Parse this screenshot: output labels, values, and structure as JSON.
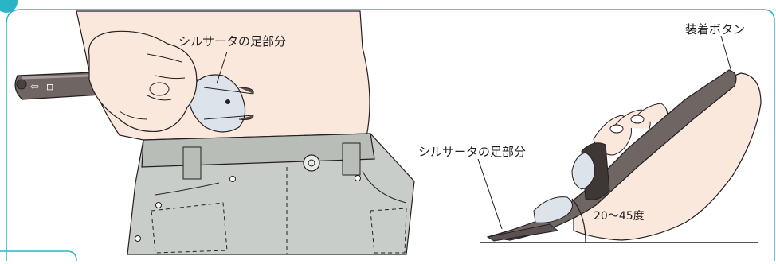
{
  "labels": {
    "sensor_feet_top": "シルサータの足部分",
    "sensor_feet_side": "シルサータの足部分",
    "attach_button": "装着ボタン",
    "angle": "20～45度"
  },
  "colors": {
    "frame": "#2bb3c8",
    "skin": "#fbe8dc",
    "skin_shadow": "#eecbb7",
    "jeans": "#c9cdc9",
    "jeans_dark": "#9aa09a",
    "device": "#6f6563",
    "device_dark": "#3f3736",
    "sensor": "#dde3ea",
    "outline": "#231f20"
  },
  "icons": {
    "arrow": "arrow-left-icon",
    "lock": "lock-icon"
  }
}
